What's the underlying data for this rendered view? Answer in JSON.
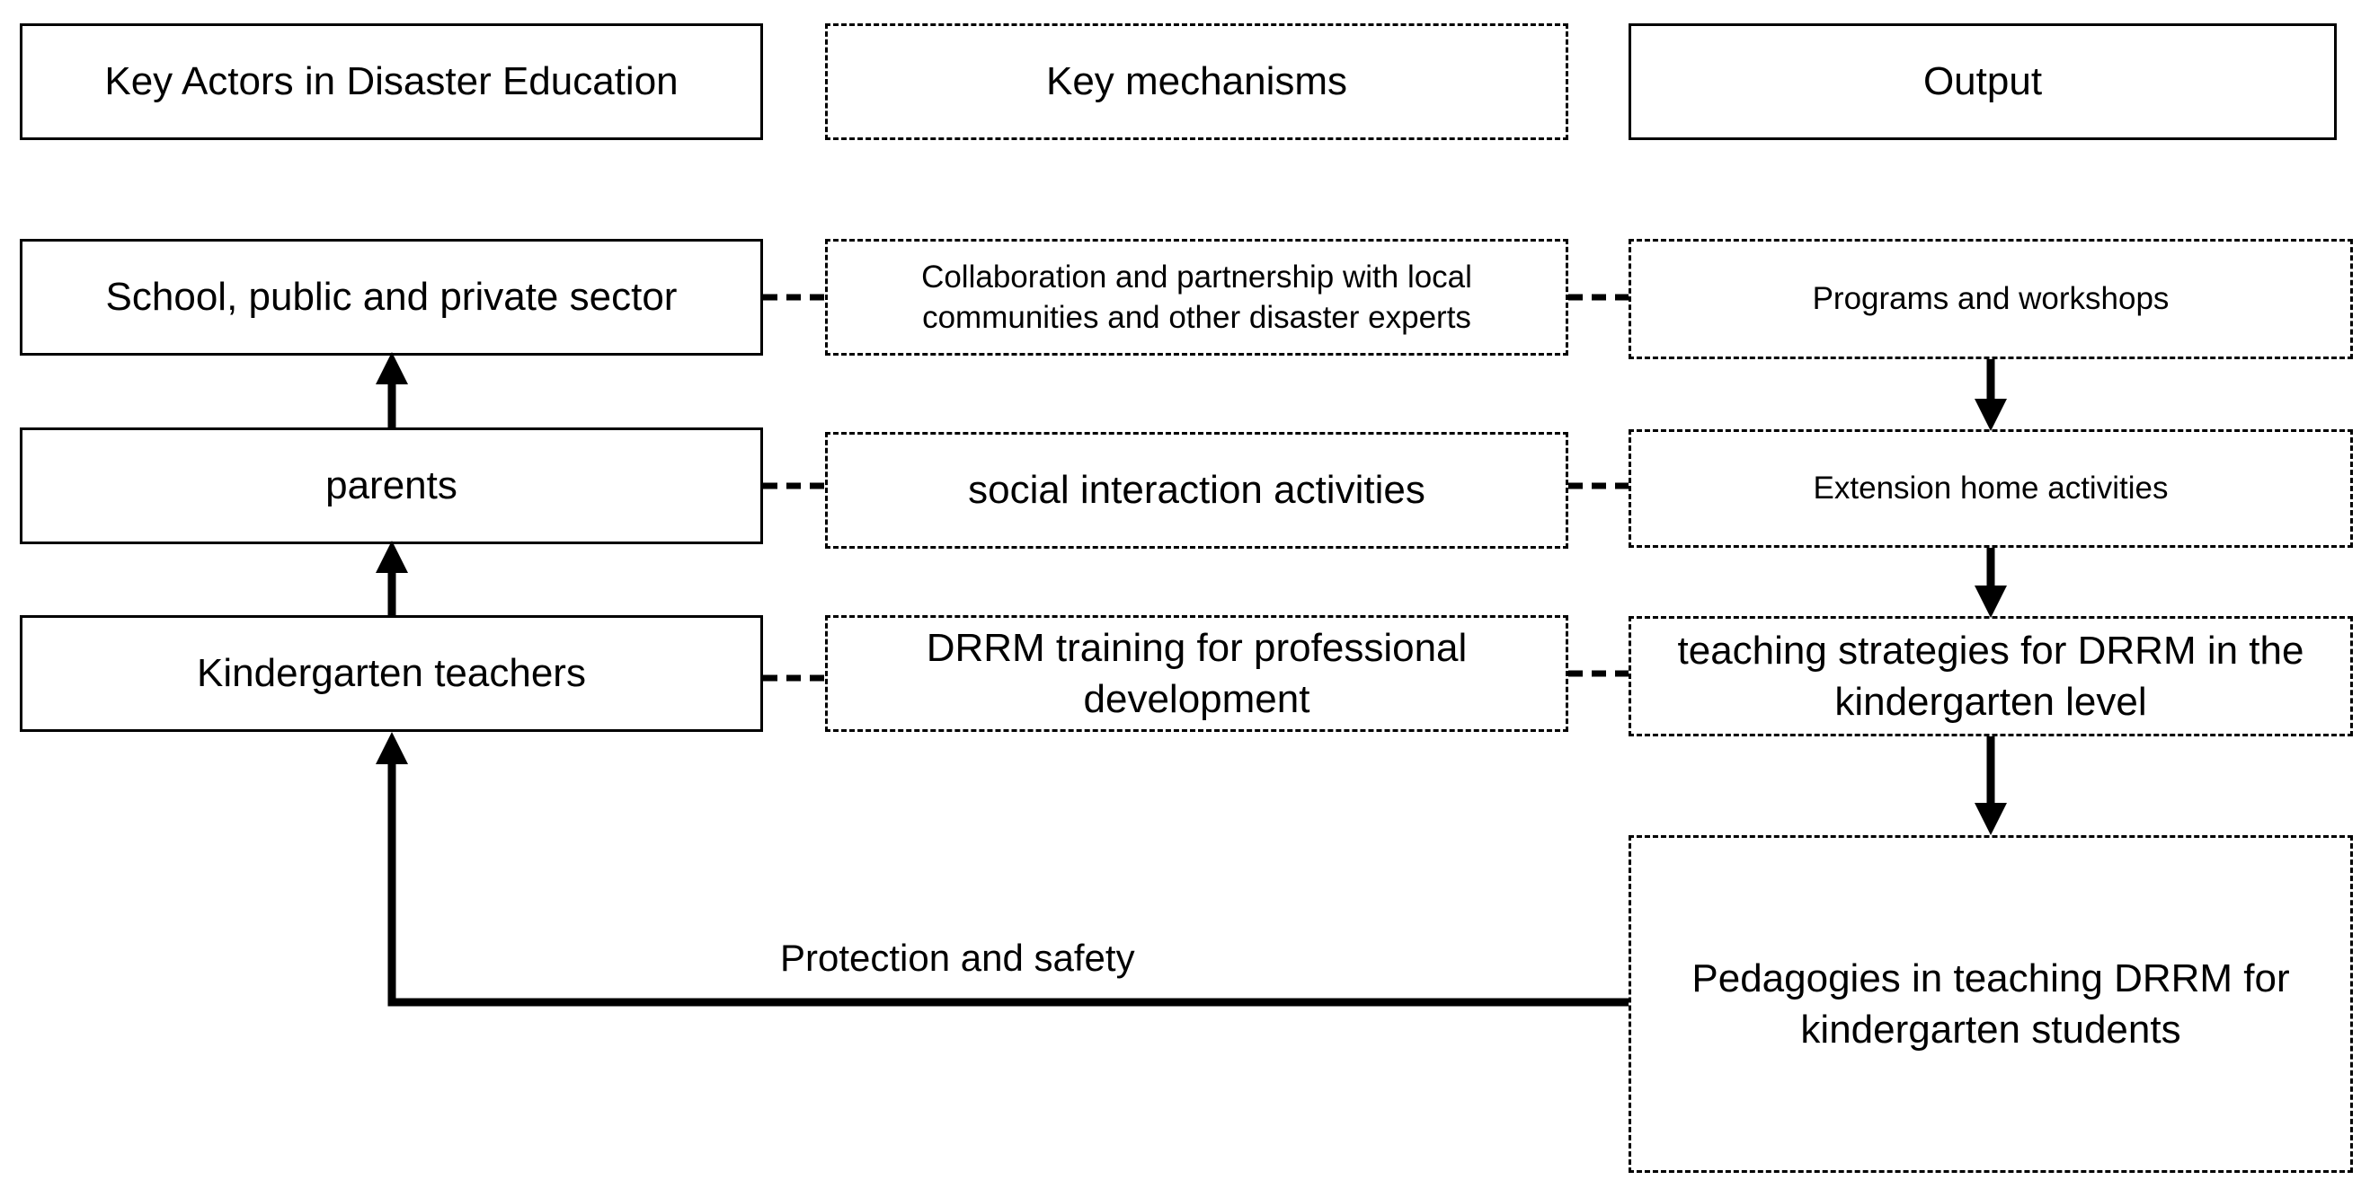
{
  "headers": {
    "actors": "Key Actors in Disaster Education",
    "mechanisms": "Key mechanisms",
    "output": "Output"
  },
  "actors": {
    "sector": "School, public and private sector",
    "parents": "parents",
    "teachers": "Kindergarten teachers"
  },
  "mechanisms": {
    "collaboration": "Collaboration and partnership with local communities and other disaster experts",
    "social": "social interaction activities",
    "training": "DRRM training for professional development"
  },
  "outputs": {
    "programs": "Programs and workshops",
    "extension": "Extension home activities",
    "strategies": "teaching strategies for DRRM in the kindergarten level",
    "pedagogies": "Pedagogies in teaching DRRM for kindergarten students"
  },
  "feedback_label": "Protection and safety"
}
